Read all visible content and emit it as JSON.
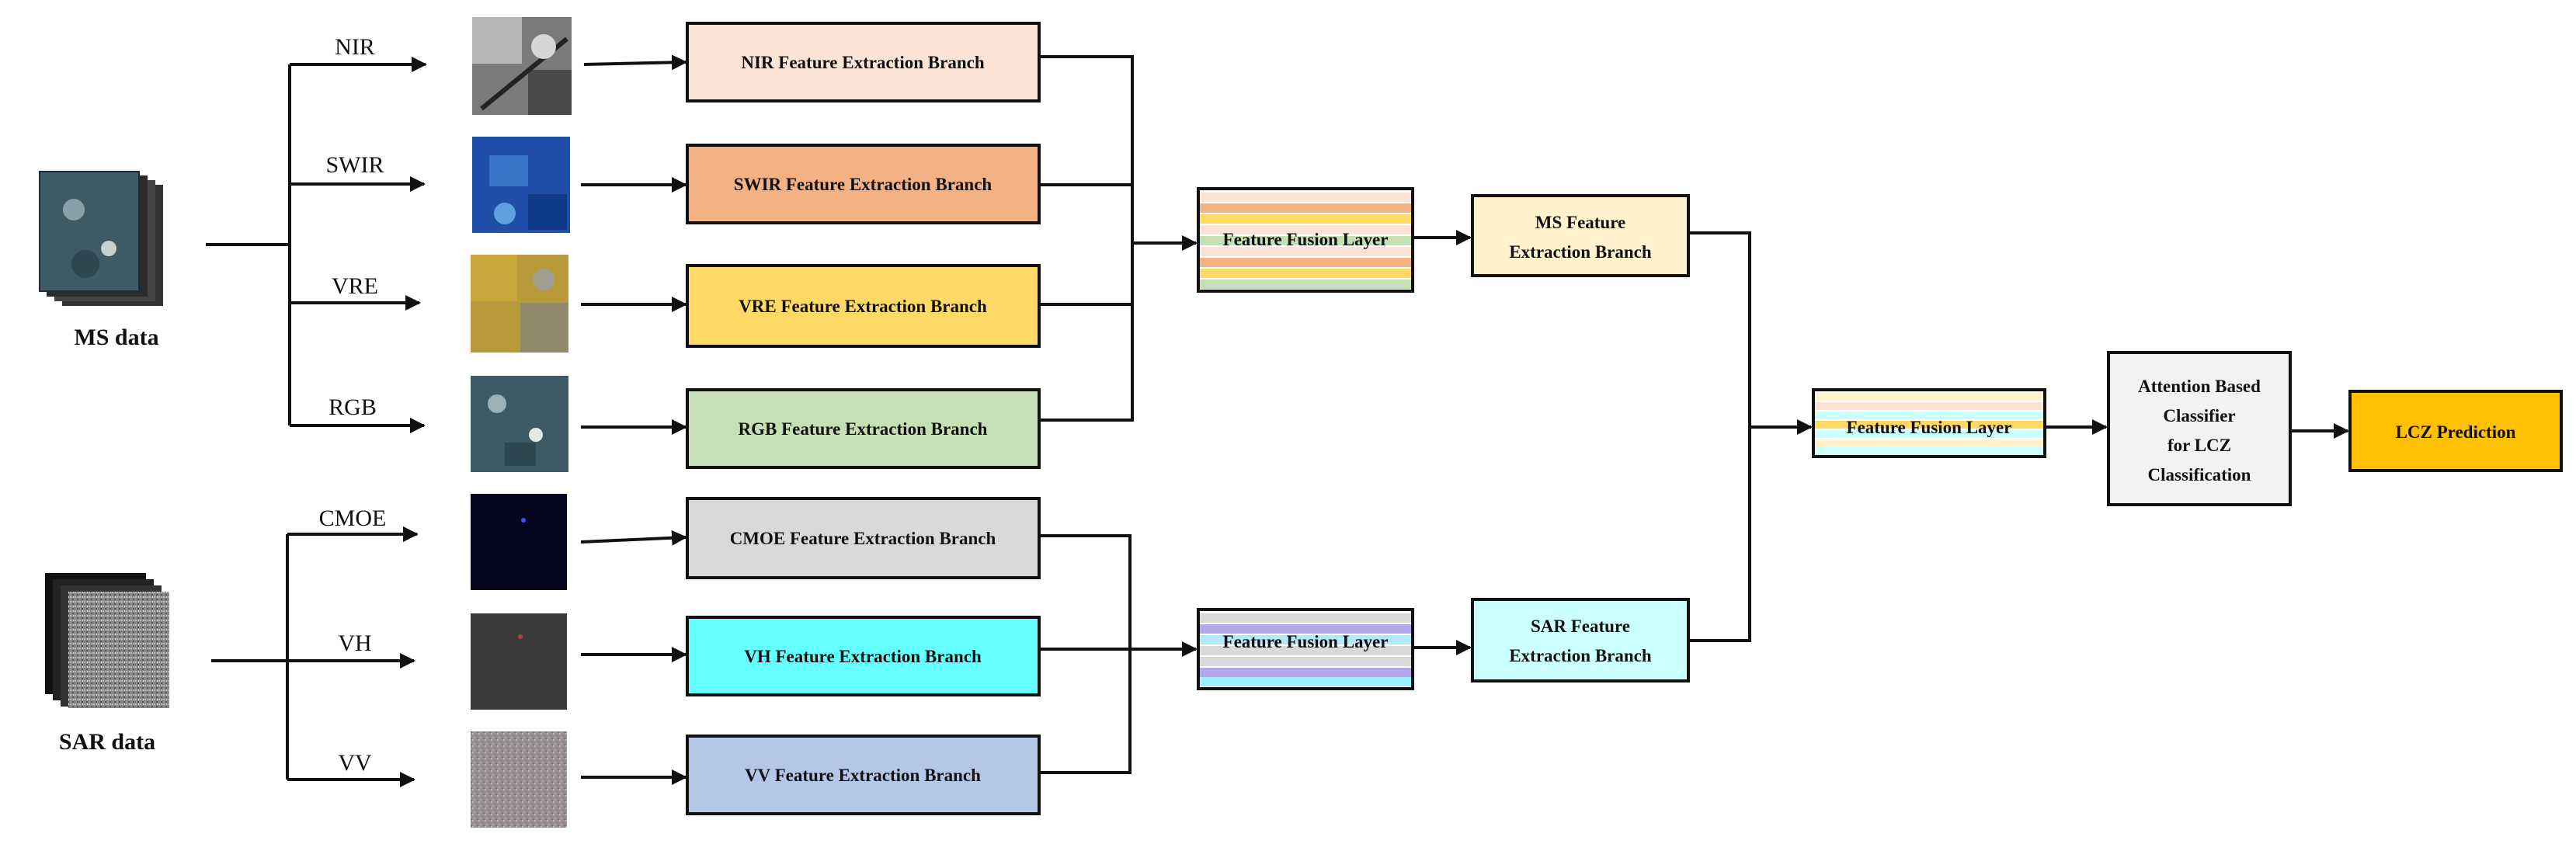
{
  "sources": {
    "ms_label": "MS data",
    "sar_label": "SAR data"
  },
  "bands": {
    "nir": "NIR",
    "swir": "SWIR",
    "vre": "VRE",
    "rgb": "RGB",
    "cmoe": "CMOE",
    "vh": "VH",
    "vv": "VV"
  },
  "branches": {
    "nir": "NIR Feature Extraction Branch",
    "swir": "SWIR Feature Extraction Branch",
    "vre": "VRE Feature Extraction Branch",
    "rgb": "RGB Feature Extraction Branch",
    "cmoe": "CMOE Feature Extraction Branch",
    "vh": "VH Feature Extraction Branch",
    "vv": "VV Feature Extraction Branch"
  },
  "fusion": {
    "ms_layer": "Feature Fusion Layer",
    "sar_layer": "Feature Fusion Layer",
    "final_layer": "Feature Fusion Layer"
  },
  "stage2": {
    "ms_line1": "MS Feature",
    "ms_line2": "Extraction Branch",
    "sar_line1": "SAR Feature",
    "sar_line2": "Extraction Branch"
  },
  "classifier": {
    "line1": "Attention Based",
    "line2": "Classifier",
    "line3": "for LCZ",
    "line4": "Classification"
  },
  "output": {
    "label": "LCZ Prediction"
  },
  "colors": {
    "nir": "#fbe4d5",
    "swir": "#f4b183",
    "vre": "#ffd966",
    "rgb": "#c5e0b4",
    "cmoe": "#d9d9d9",
    "vh": "#66ffff",
    "vv": "#b4c7e7",
    "ms_feature": "#fff2cc",
    "sar_feature": "#ccffff",
    "classifier": "#f2f2f2",
    "prediction": "#ffc000"
  }
}
